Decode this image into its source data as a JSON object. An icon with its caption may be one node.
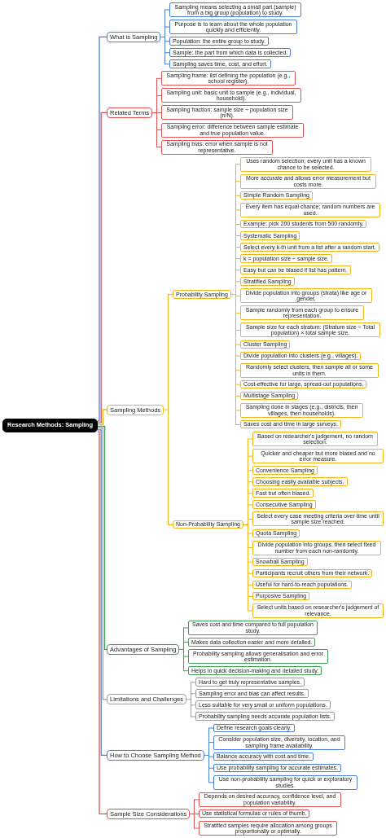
{
  "diagram": {
    "nodes": [
      {
        "text": [
          "Research Methods: Sampling"
        ]
      },
      {
        "text": [
          "What is Sampling"
        ]
      },
      {
        "text": [
          "Sampling means selecting a small part (sample) from a big group (population) to study."
        ]
      },
      {
        "text": [
          "Purpose is to learn about the whole population quickly and efficiently."
        ]
      },
      {
        "text": [
          "Population: the entire group to study."
        ]
      },
      {
        "text": [
          "Sample: the part from which data is collected."
        ]
      },
      {
        "text": [
          "Sampling saves time, cost, and effort."
        ]
      },
      {
        "text": [
          "Related Terms"
        ]
      },
      {
        "text": [
          "Sampling frame: list defining the population (e.g., school register)."
        ]
      },
      {
        "text": [
          "Sampling unit: basic unit to sample (e.g., individual, household)."
        ]
      },
      {
        "text": [
          "Sampling fraction: sample size ÷ population size (n/N)."
        ]
      },
      {
        "text": [
          "Sampling error: difference between sample estimate and true population value."
        ]
      },
      {
        "text": [
          "Sampling bias: error when sample is not representative."
        ]
      },
      {
        "text": [
          "Sampling Methods"
        ]
      },
      {
        "text": [
          "Probability Sampling"
        ]
      },
      {
        "text": [
          "Uses random selection; every unit has a known chance to be selected."
        ]
      },
      {
        "text": [
          "More accurate and allows error measurement but costs more."
        ]
      },
      {
        "text": [
          "Simple Random Sampling"
        ]
      },
      {
        "text": [
          "Every item has equal chance; random numbers are used."
        ]
      },
      {
        "text": [
          "Example: pick 200 students from 500 randomly."
        ]
      },
      {
        "text": [
          "Systematic Sampling"
        ]
      },
      {
        "text": [
          "Select every k-th unit from a list after a random start."
        ]
      },
      {
        "text": [
          "k = population size ÷ sample size."
        ]
      },
      {
        "text": [
          "Easy but can be biased if list has pattern."
        ]
      },
      {
        "text": [
          "Stratified Sampling"
        ]
      },
      {
        "text": [
          "Divide population into groups (strata) like age or gender."
        ]
      },
      {
        "text": [
          "Sample randomly from each group to ensure representation."
        ]
      },
      {
        "text": [
          "Sample size for each stratum: (Stratum size ÷ Total population) × total sample size."
        ]
      },
      {
        "text": [
          "Cluster Sampling"
        ]
      },
      {
        "text": [
          "Divide population into clusters (e.g., villages)."
        ]
      },
      {
        "text": [
          "Randomly select clusters, then sample all or some units in them."
        ]
      },
      {
        "text": [
          "Cost-effective for large, spread-out populations."
        ]
      },
      {
        "text": [
          "Multistage Sampling"
        ]
      },
      {
        "text": [
          "Sampling done in stages (e.g., districts, then villages, then households)."
        ]
      },
      {
        "text": [
          "Saves cost and time in large surveys."
        ]
      },
      {
        "text": [
          "Non-Probability Sampling"
        ]
      },
      {
        "text": [
          "Based on researcher's judgement, no random selection."
        ]
      },
      {
        "text": [
          "Quicker and cheaper but more biased and no error measure."
        ]
      },
      {
        "text": [
          "Convenience Sampling"
        ]
      },
      {
        "text": [
          "Choosing easily available subjects."
        ]
      },
      {
        "text": [
          "Fast but often biased."
        ]
      },
      {
        "text": [
          "Consecutive Sampling"
        ]
      },
      {
        "text": [
          "Select every case meeting criteria over time until sample size reached."
        ]
      },
      {
        "text": [
          "Quota Sampling"
        ]
      },
      {
        "text": [
          "Divide population into groups, then select fixed number from each non-randomly."
        ]
      },
      {
        "text": [
          "Snowball Sampling"
        ]
      },
      {
        "text": [
          "Participants recruit others from their network."
        ]
      },
      {
        "text": [
          "Useful for hard-to-reach populations."
        ]
      },
      {
        "text": [
          "Purposive Sampling"
        ]
      },
      {
        "text": [
          "Select units based on researcher's judgement of relevance."
        ]
      },
      {
        "text": [
          "Advantages of Sampling"
        ]
      },
      {
        "text": [
          "Saves cost and time compared to full population study."
        ]
      },
      {
        "text": [
          "Makes data collection easier and more detailed."
        ]
      },
      {
        "text": [
          "Probability sampling allows generalisation and error estimation."
        ]
      },
      {
        "text": [
          "Helps in quick decision-making and detailed study."
        ]
      },
      {
        "text": [
          "Limitations and Challenges"
        ]
      },
      {
        "text": [
          "Hard to get truly representative samples."
        ]
      },
      {
        "text": [
          "Sampling error and bias can affect results."
        ]
      },
      {
        "text": [
          "Less suitable for very small or uniform populations."
        ]
      },
      {
        "text": [
          "Probability sampling needs accurate population lists."
        ]
      },
      {
        "text": [
          "How to Choose Sampling Method"
        ]
      },
      {
        "text": [
          "Define research goals clearly."
        ]
      },
      {
        "text": [
          "Consider population size, diversity, location, and sampling frame availability."
        ]
      },
      {
        "text": [
          "Balance accuracy with cost and time."
        ]
      },
      {
        "text": [
          "Use probability sampling for accurate estimates."
        ]
      },
      {
        "text": [
          "Use non-probability sampling for quick or exploratory studies."
        ]
      },
      {
        "text": [
          "Sample Size Considerations"
        ]
      },
      {
        "text": [
          "Depends on desired accuracy, confidence level, and population variability."
        ]
      },
      {
        "text": [
          "Use statistical formulas or rules of thumb."
        ]
      },
      {
        "text": [
          "Stratified samples require allocation among groups proportionally or optimally."
        ]
      }
    ],
    "edges": [
      {
        "from": 0,
        "to": 1,
        "arrow": "none",
        "color": "#4a7fdc"
      },
      {
        "from": 1,
        "to": 2,
        "arrow": "none",
        "color": "#4a7fdc"
      },
      {
        "from": 1,
        "to": 3,
        "arrow": "none",
        "color": "#4a7fdc"
      },
      {
        "from": 1,
        "to": 4,
        "arrow": "none",
        "color": "#4a7fdc"
      },
      {
        "from": 1,
        "to": 5,
        "arrow": "none",
        "color": "#4a7fdc"
      },
      {
        "from": 1,
        "to": 6,
        "arrow": "none",
        "color": "#4a7fdc"
      },
      {
        "from": 0,
        "to": 7,
        "arrow": "none",
        "color": "#e05252"
      },
      {
        "from": 7,
        "to": 8,
        "arrow": "none",
        "color": "#e05252"
      },
      {
        "from": 7,
        "to": 9,
        "arrow": "none",
        "color": "#e05252"
      },
      {
        "from": 7,
        "to": 10,
        "arrow": "none",
        "color": "#e05252"
      },
      {
        "from": 7,
        "to": 11,
        "arrow": "none",
        "color": "#e05252"
      },
      {
        "from": 7,
        "to": 12,
        "arrow": "none",
        "color": "#e05252"
      },
      {
        "from": 0,
        "to": 13,
        "arrow": "none"
      },
      {
        "from": 13,
        "to": 14,
        "arrow": "none"
      },
      {
        "from": 14,
        "to": 15,
        "arrow": "none"
      },
      {
        "from": 14,
        "to": 16,
        "arrow": "none"
      },
      {
        "from": 14,
        "to": 17,
        "arrow": "none"
      },
      {
        "from": 14,
        "to": 18,
        "arrow": "none"
      },
      {
        "from": 14,
        "to": 19,
        "arrow": "none"
      },
      {
        "from": 14,
        "to": 20,
        "arrow": "none"
      },
      {
        "from": 14,
        "to": 21,
        "arrow": "none"
      },
      {
        "from": 14,
        "to": 22,
        "arrow": "none"
      },
      {
        "from": 14,
        "to": 23,
        "arrow": "none"
      },
      {
        "from": 14,
        "to": 24,
        "arrow": "none"
      },
      {
        "from": 14,
        "to": 25,
        "arrow": "none"
      },
      {
        "from": 14,
        "to": 26,
        "arrow": "none"
      },
      {
        "from": 14,
        "to": 27,
        "arrow": "none"
      },
      {
        "from": 14,
        "to": 28,
        "arrow": "none"
      },
      {
        "from": 14,
        "to": 29,
        "arrow": "none"
      },
      {
        "from": 14,
        "to": 30,
        "arrow": "none"
      },
      {
        "from": 14,
        "to": 31,
        "arrow": "none"
      },
      {
        "from": 14,
        "to": 32,
        "arrow": "none"
      },
      {
        "from": 14,
        "to": 33,
        "arrow": "none"
      },
      {
        "from": 14,
        "to": 34,
        "arrow": "none"
      },
      {
        "from": 13,
        "to": 35,
        "arrow": "none"
      },
      {
        "from": 35,
        "to": 36,
        "arrow": "none"
      },
      {
        "from": 35,
        "to": 37,
        "arrow": "none"
      },
      {
        "from": 35,
        "to": 38,
        "arrow": "none"
      },
      {
        "from": 35,
        "to": 39,
        "arrow": "none"
      },
      {
        "from": 35,
        "to": 40,
        "arrow": "none"
      },
      {
        "from": 35,
        "to": 41,
        "arrow": "none"
      },
      {
        "from": 35,
        "to": 42,
        "arrow": "none"
      },
      {
        "from": 35,
        "to": 43,
        "arrow": "none"
      },
      {
        "from": 35,
        "to": 44,
        "arrow": "none"
      },
      {
        "from": 35,
        "to": 45,
        "arrow": "none"
      },
      {
        "from": 35,
        "to": 46,
        "arrow": "none"
      },
      {
        "from": 35,
        "to": 47,
        "arrow": "none"
      },
      {
        "from": 35,
        "to": 48,
        "arrow": "none"
      },
      {
        "from": 35,
        "to": 49,
        "arrow": "none"
      },
      {
        "from": 0,
        "to": 50,
        "arrow": "none",
        "color": "#3f9e55"
      },
      {
        "from": 50,
        "to": 51,
        "arrow": "none",
        "color": "#3f9e55"
      },
      {
        "from": 50,
        "to": 52,
        "arrow": "none",
        "color": "#3f9e55"
      },
      {
        "from": 50,
        "to": 53,
        "arrow": "none",
        "color": "#3f9e55"
      },
      {
        "from": 50,
        "to": 54,
        "arrow": "none",
        "color": "#3f9e55"
      },
      {
        "from": 0,
        "to": 55,
        "arrow": "none",
        "color": "#9e9e9e"
      },
      {
        "from": 55,
        "to": 56,
        "arrow": "none",
        "color": "#9e9e9e"
      },
      {
        "from": 55,
        "to": 57,
        "arrow": "none",
        "color": "#9e9e9e"
      },
      {
        "from": 55,
        "to": 58,
        "arrow": "none",
        "color": "#9e9e9e"
      },
      {
        "from": 55,
        "to": 59,
        "arrow": "none",
        "color": "#9e9e9e"
      },
      {
        "from": 0,
        "to": 60,
        "arrow": "none",
        "color": "#4a7fdc"
      },
      {
        "from": 60,
        "to": 61,
        "arrow": "none",
        "color": "#4a7fdc"
      },
      {
        "from": 60,
        "to": 62,
        "arrow": "none",
        "color": "#4a7fdc"
      },
      {
        "from": 60,
        "to": 63,
        "arrow": "none",
        "color": "#4a7fdc"
      },
      {
        "from": 60,
        "to": 64,
        "arrow": "none",
        "color": "#4a7fdc"
      },
      {
        "from": 60,
        "to": 65,
        "arrow": "none",
        "color": "#4a7fdc"
      },
      {
        "from": 0,
        "to": 66,
        "arrow": "none",
        "color": "#e05252"
      },
      {
        "from": 66,
        "to": 67,
        "arrow": "none",
        "color": "#e05252"
      },
      {
        "from": 66,
        "to": 68,
        "arrow": "none",
        "color": "#e05252"
      },
      {
        "from": 66,
        "to": 69,
        "arrow": "none",
        "color": "#e05252"
      }
    ]
  }
}
